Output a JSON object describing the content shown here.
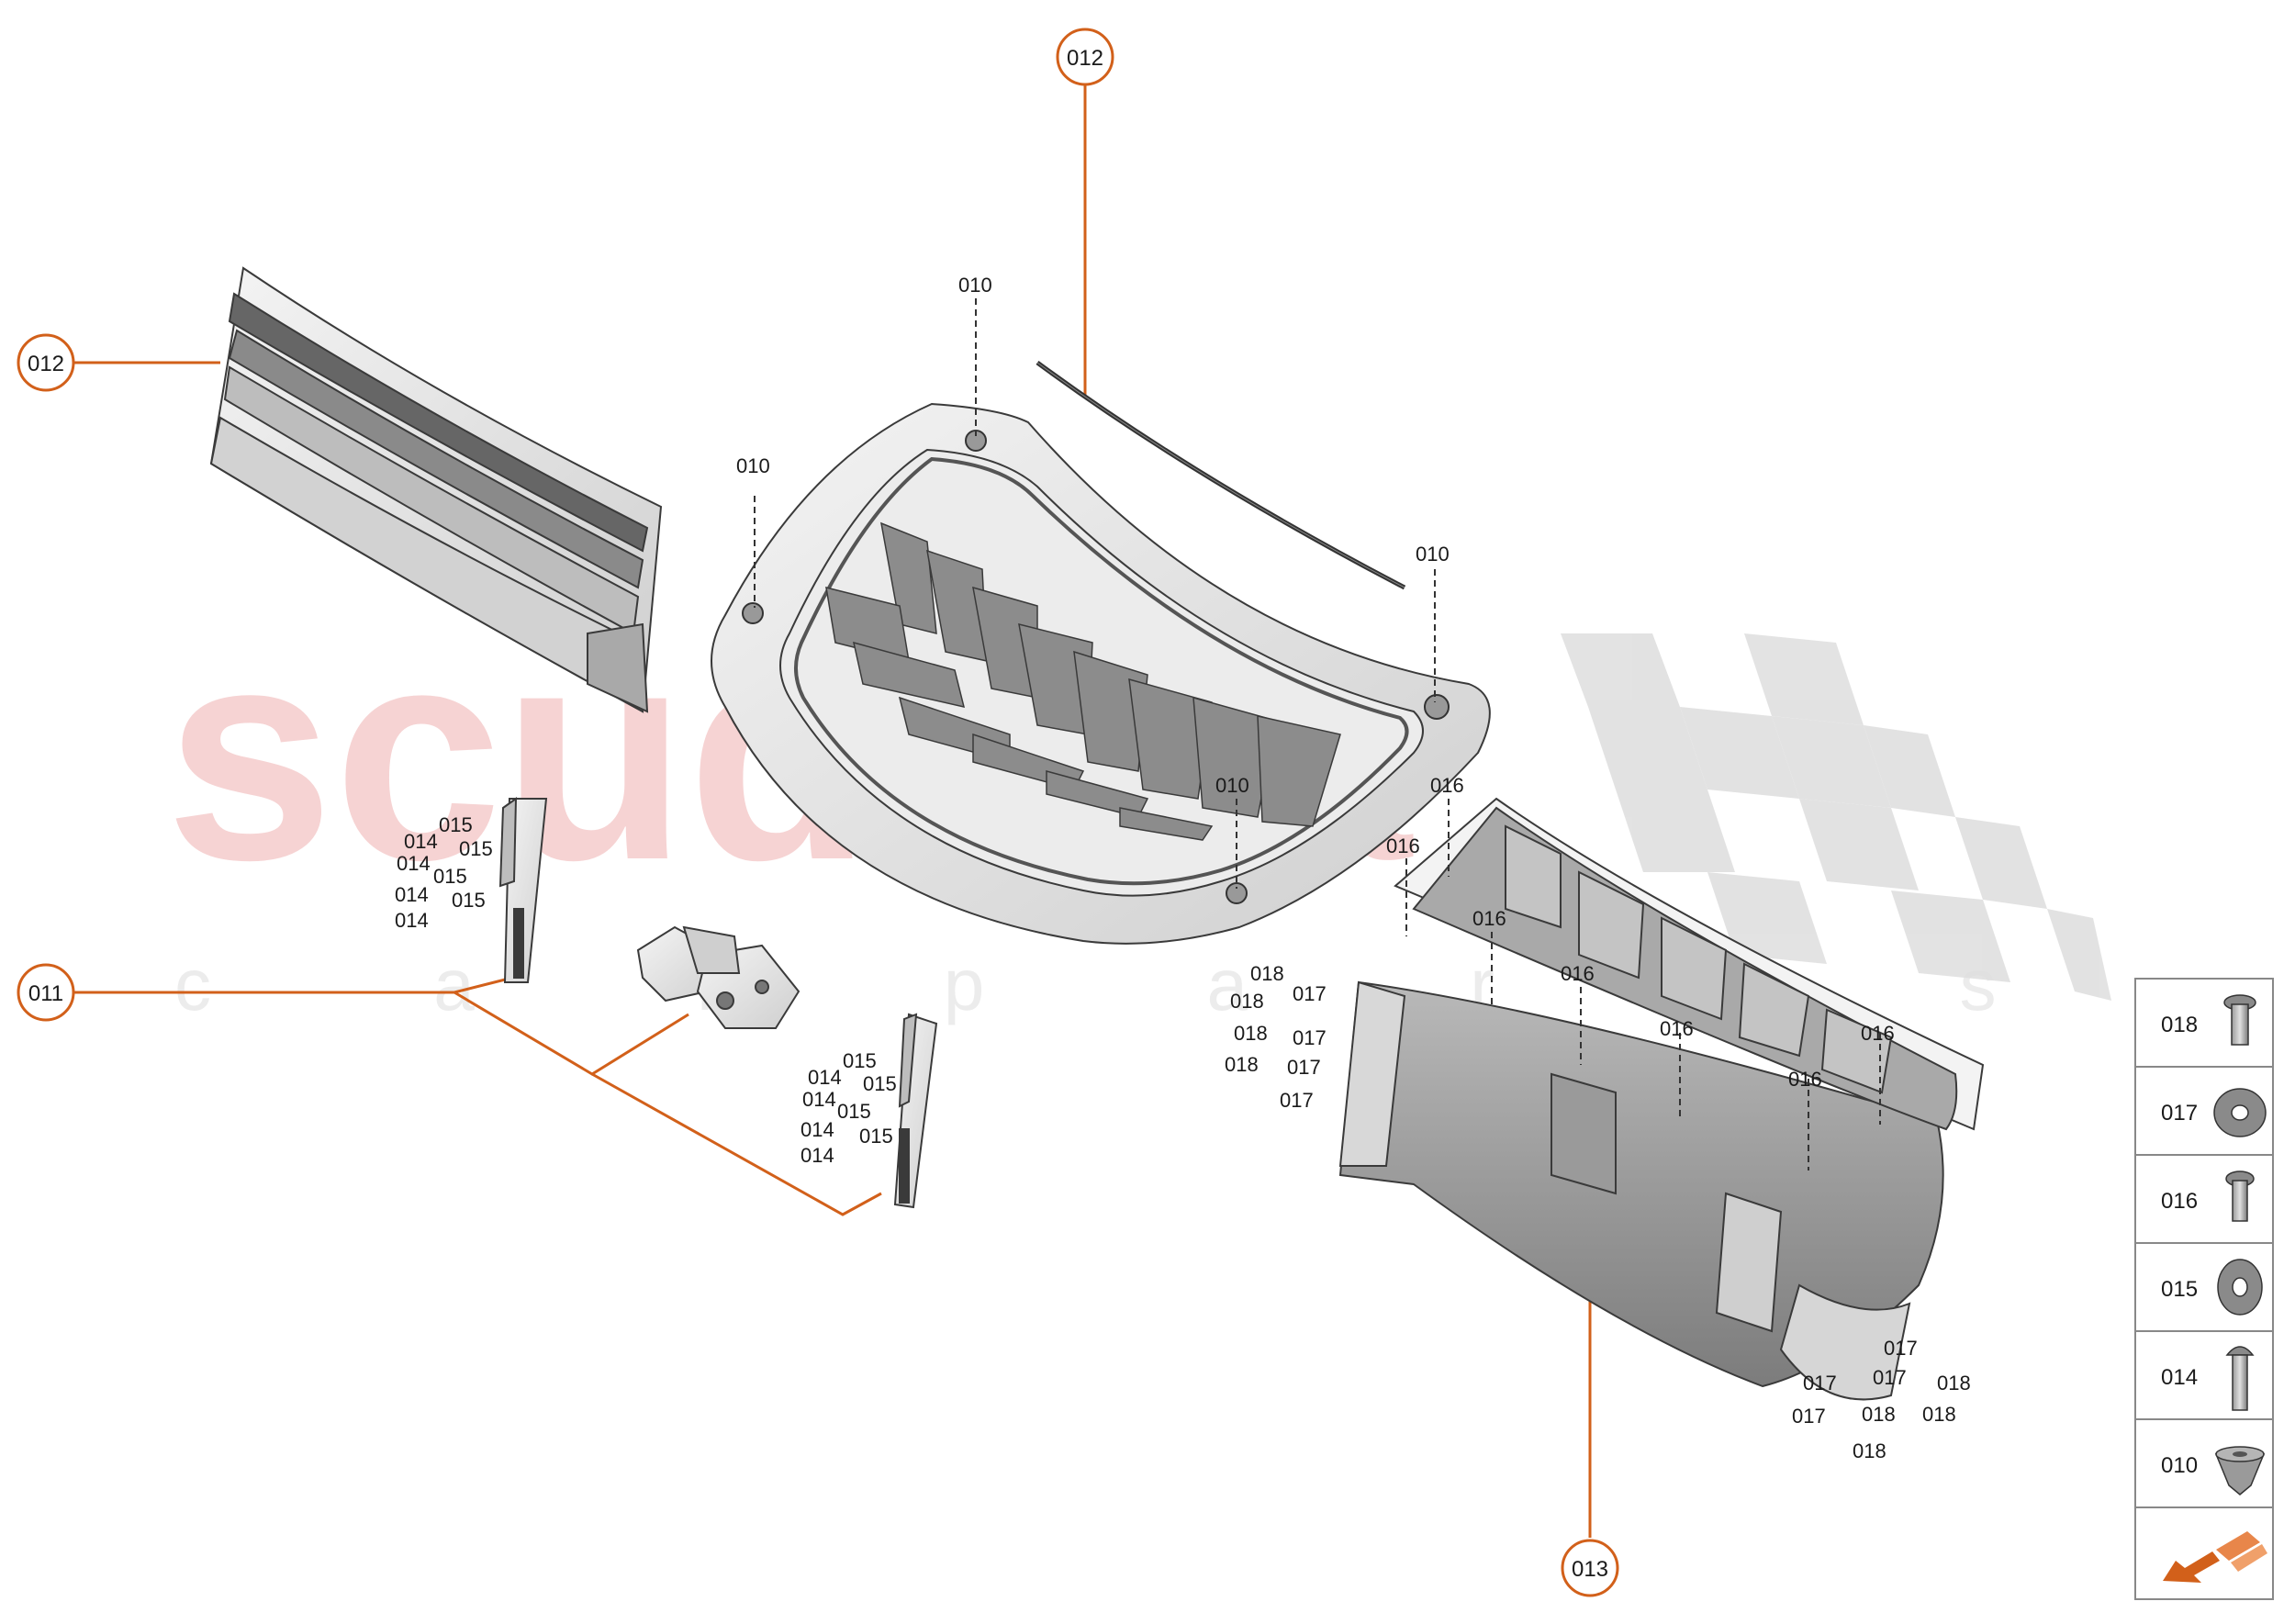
{
  "watermark": {
    "brand": "scuderia",
    "tagline": "c a r p a r t s"
  },
  "colors": {
    "accent": "#d2601a",
    "line": "#3a3a3a",
    "part_fill": "#dcdcdc",
    "legend_border": "#888888"
  },
  "callouts": [
    {
      "id": "callout-012-top",
      "label": "012"
    },
    {
      "id": "callout-012-left",
      "label": "012"
    },
    {
      "id": "callout-011",
      "label": "011"
    },
    {
      "id": "callout-013",
      "label": "013"
    }
  ],
  "part_labels": [
    {
      "id": "lbl-010-a",
      "text": "010"
    },
    {
      "id": "lbl-010-b",
      "text": "010"
    },
    {
      "id": "lbl-010-c",
      "text": "010"
    },
    {
      "id": "lbl-010-d",
      "text": "010"
    },
    {
      "id": "lbl-016-a",
      "text": "016"
    },
    {
      "id": "lbl-016-b",
      "text": "016"
    },
    {
      "id": "lbl-016-c",
      "text": "016"
    },
    {
      "id": "lbl-016-d",
      "text": "016"
    },
    {
      "id": "lbl-016-e",
      "text": "016"
    },
    {
      "id": "lbl-016-f",
      "text": "016"
    },
    {
      "id": "lbl-016-g",
      "text": "016"
    },
    {
      "id": "lbl-l-015-a",
      "text": "015"
    },
    {
      "id": "lbl-l-014-a",
      "text": "014"
    },
    {
      "id": "lbl-l-015-b",
      "text": "015"
    },
    {
      "id": "lbl-l-014-b",
      "text": "014"
    },
    {
      "id": "lbl-l-015-c",
      "text": "015"
    },
    {
      "id": "lbl-l-014-c",
      "text": "014"
    },
    {
      "id": "lbl-l-015-d",
      "text": "015"
    },
    {
      "id": "lbl-l-014-d",
      "text": "014"
    },
    {
      "id": "lbl-r-015-a",
      "text": "015"
    },
    {
      "id": "lbl-r-014-a",
      "text": "014"
    },
    {
      "id": "lbl-r-014-b",
      "text": "014"
    },
    {
      "id": "lbl-r-015-b",
      "text": "015"
    },
    {
      "id": "lbl-r-015-c",
      "text": "015"
    },
    {
      "id": "lbl-r-014-c",
      "text": "014"
    },
    {
      "id": "lbl-r-015-d",
      "text": "015"
    },
    {
      "id": "lbl-r-014-d",
      "text": "014"
    },
    {
      "id": "lbl-lb-018-a",
      "text": "018"
    },
    {
      "id": "lbl-lb-018-b",
      "text": "018"
    },
    {
      "id": "lbl-lb-017-a",
      "text": "017"
    },
    {
      "id": "lbl-lb-018-c",
      "text": "018"
    },
    {
      "id": "lbl-lb-017-b",
      "text": "017"
    },
    {
      "id": "lbl-lb-018-d",
      "text": "018"
    },
    {
      "id": "lbl-lb-017-c",
      "text": "017"
    },
    {
      "id": "lbl-lb-017-d",
      "text": "017"
    },
    {
      "id": "lbl-rb-017-a",
      "text": "017"
    },
    {
      "id": "lbl-rb-018-a",
      "text": "018"
    },
    {
      "id": "lbl-rb-017-b",
      "text": "017"
    },
    {
      "id": "lbl-rb-017-c",
      "text": "017"
    },
    {
      "id": "lbl-rb-018-b",
      "text": "018"
    },
    {
      "id": "lbl-rb-018-c",
      "text": "018"
    },
    {
      "id": "lbl-rb-017-d",
      "text": "017"
    },
    {
      "id": "lbl-rb-018-d",
      "text": "018"
    }
  ],
  "legend": [
    {
      "code": "018",
      "icon": "flanged-bolt-icon"
    },
    {
      "code": "017",
      "icon": "washer-icon"
    },
    {
      "code": "016",
      "icon": "bolt-icon"
    },
    {
      "code": "015",
      "icon": "washer-icon"
    },
    {
      "code": "014",
      "icon": "button-head-bolt-icon"
    },
    {
      "code": "010",
      "icon": "expanding-nut-icon"
    }
  ],
  "legend_footer_icon": "front-direction-arrow-icon"
}
